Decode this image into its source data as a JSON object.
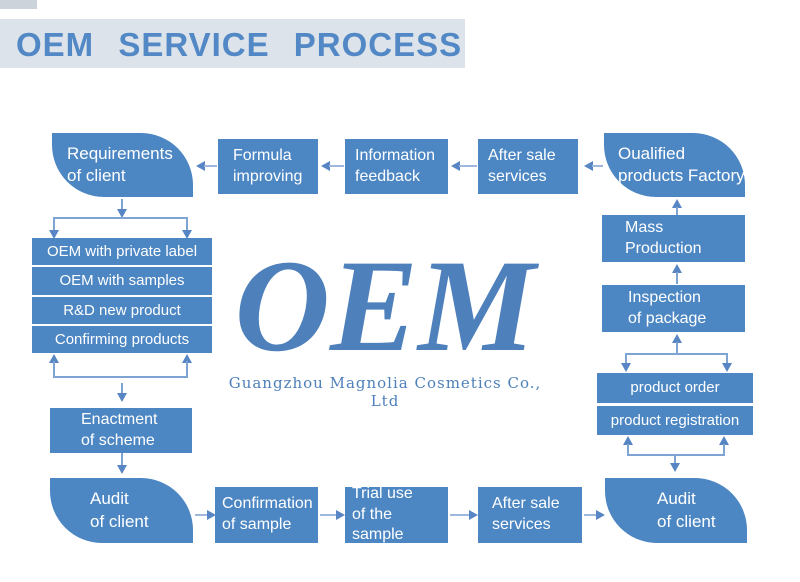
{
  "header": {
    "title": "OEM SERVICE PROCESS"
  },
  "center": {
    "brand": "OEM",
    "company": "Guangzhou Magnolia Cosmetics Co., Ltd"
  },
  "nodes": {
    "requirements": "Requirements\nof client",
    "formula": "Formula\nimproving",
    "information_feedback": "Information\nfeedback",
    "after_sale_top": "After sale\nservices",
    "qualified_factory": "Oualified\nproducts Factory",
    "oem_options": [
      "OEM with private label",
      "OEM with samples",
      "R&D new product",
      "Confirming products"
    ],
    "enactment": "Enactment\nof scheme",
    "audit_left": "Audit\nof client",
    "confirmation": "Confirmation\nof sample",
    "trial_use": "Trial use\nof the sample",
    "after_sale_bottom": "After sale\nservices",
    "audit_right": "Audit\nof client",
    "product_order": "product order",
    "product_registration": "product registration",
    "inspection": "Inspection\nof package",
    "mass_production": "Mass\nProduction"
  },
  "edges": [
    {
      "from": "requirements",
      "to": "oem_options"
    },
    {
      "from": "oem_options",
      "to": "enactment"
    },
    {
      "from": "enactment",
      "to": "audit_left"
    },
    {
      "from": "audit_left",
      "to": "confirmation"
    },
    {
      "from": "confirmation",
      "to": "trial_use"
    },
    {
      "from": "trial_use",
      "to": "after_sale_bottom"
    },
    {
      "from": "after_sale_bottom",
      "to": "audit_right"
    },
    {
      "from": "audit_right",
      "to": "product_registration"
    },
    {
      "from": "product_order",
      "to": "inspection"
    },
    {
      "from": "inspection",
      "to": "mass_production"
    },
    {
      "from": "mass_production",
      "to": "qualified_factory"
    },
    {
      "from": "qualified_factory",
      "to": "after_sale_top"
    },
    {
      "from": "after_sale_top",
      "to": "information_feedback"
    },
    {
      "from": "information_feedback",
      "to": "formula"
    },
    {
      "from": "formula",
      "to": "requirements"
    }
  ],
  "colors": {
    "box_blue": "#4d87c3",
    "title_blue": "#5288c5",
    "banner_gray": "#dce3ea",
    "arrow_blue": "#5886c4",
    "brand_blue": "#4e80bb"
  }
}
